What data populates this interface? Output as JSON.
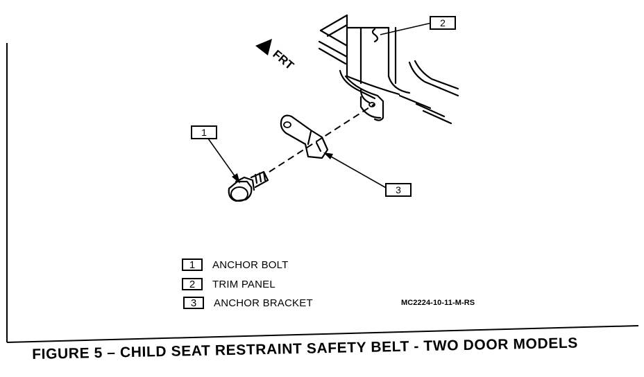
{
  "callouts": [
    {
      "number": "1"
    },
    {
      "number": "2"
    },
    {
      "number": "3"
    }
  ],
  "direction_label": "FRT",
  "legend": [
    {
      "number": "1",
      "label": "ANCHOR BOLT"
    },
    {
      "number": "2",
      "label": "TRIM PANEL"
    },
    {
      "number": "3",
      "label": "ANCHOR BRACKET"
    }
  ],
  "drawing_code": "MC2224-10-11-M-RS",
  "caption": "FIGURE 5  – CHILD SEAT RESTRAINT SAFETY BELT - TWO DOOR MODELS"
}
